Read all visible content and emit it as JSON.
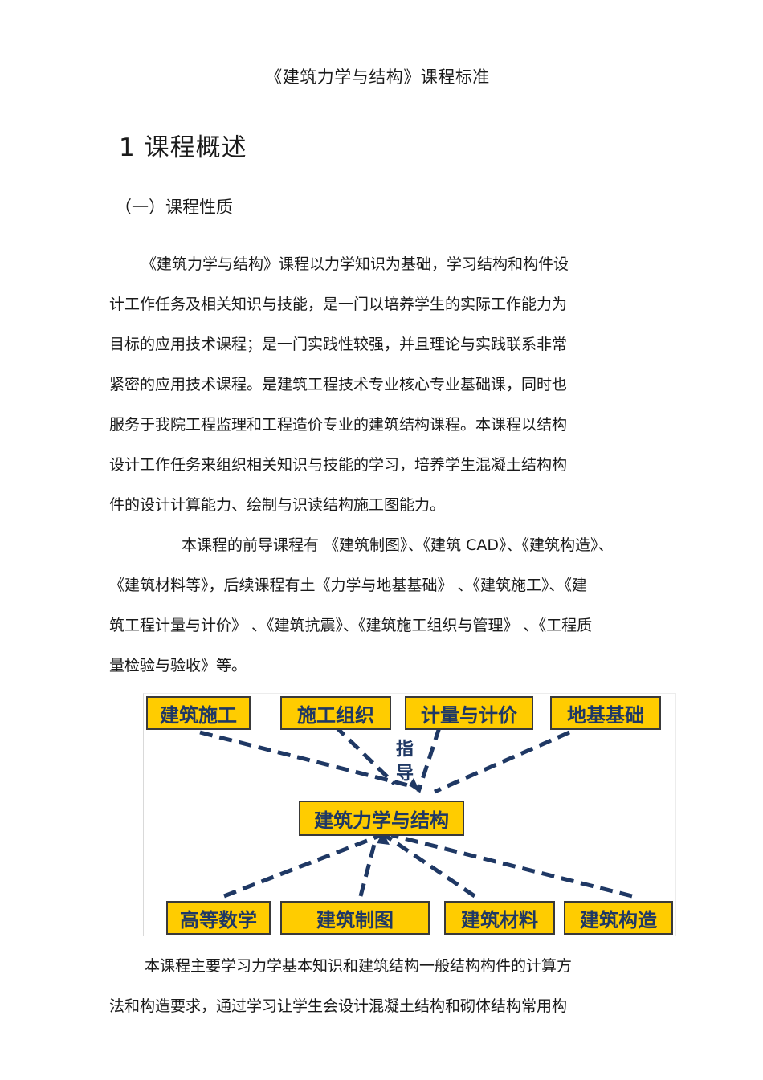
{
  "document": {
    "title": "《建筑力学与结构》课程标准",
    "section_heading": "1 课程概述",
    "subsection_heading": "（一）课程性质",
    "paragraph1_lines": [
      "《建筑力学与结构》课程以力学知识为基础，学习结构和构件设",
      "计工作任务及相关知识与技能，是一门以培养学生的实际工作能力为",
      "目标的应用技术课程；是一门实践性较强，并且理论与实践联系非常",
      "紧密的应用技术课程。是建筑工程技术专业核心专业基础课，同时也",
      "服务于我院工程监理和工程造价专业的建筑结构课程。本课程以结构",
      "设计工作任务来组织相关知识与技能的学习，培养学生混凝土结构构",
      "件的设计计算能力、绘制与识读结构施工图能力。"
    ],
    "paragraph2_lines": [
      "本课程的前导课程有 《建筑制图》、《建筑 CAD》、《建筑构造》、",
      "《建筑材料等》，后续课程有土《力学与地基基础》 、《建筑施工》、《建",
      "筑工程计量与计价》 、《建筑抗震》、《建筑施工组织与管理》 、《工程质",
      "量检验与验收》等。"
    ],
    "paragraph3_lines": [
      "本课程主要学习力学基本知识和建筑结构一般结构构件的计算方",
      "法和构造要求，通过学习让学生会设计混凝土结构和砌体结构常用构"
    ]
  },
  "diagram": {
    "top_boxes": [
      "建筑施工",
      "施工组织",
      "计量与计价",
      "地基基础"
    ],
    "center_box": "建筑力学与结构",
    "bottom_boxes": [
      "高等数学",
      "建筑制图",
      "建筑材料",
      "建筑构造"
    ],
    "guide_label": "指导",
    "colors": {
      "box_fill": "#ffcc00",
      "text": "#1f3864",
      "dash": "#1f3864"
    }
  }
}
